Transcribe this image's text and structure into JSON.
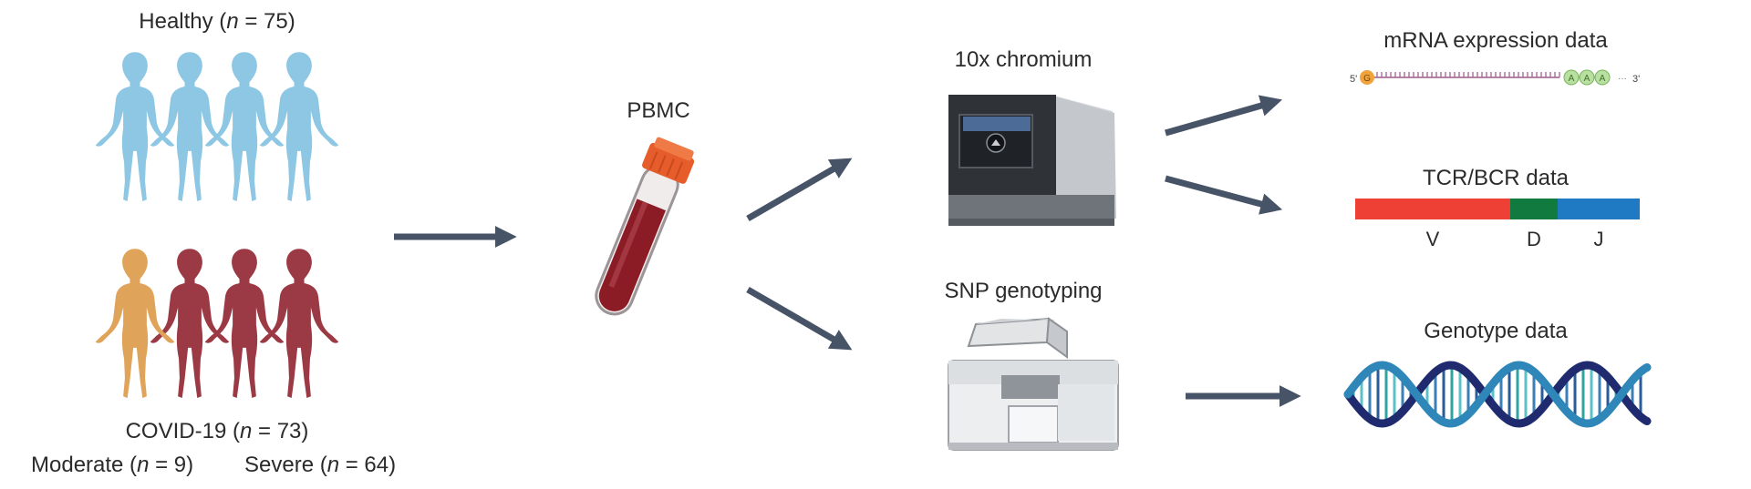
{
  "healthy": {
    "label": "Healthy",
    "n_text": "n",
    "count": "= 75"
  },
  "covid": {
    "label": "COVID-19",
    "n_text": "n",
    "count": "= 73"
  },
  "moderate": {
    "label": "Moderate",
    "n_text": "n",
    "count": "= 9"
  },
  "severe": {
    "label": "Severe",
    "n_text": "n",
    "count": "= 64"
  },
  "pbmc": {
    "label": "PBMC"
  },
  "chromium": {
    "label": "10x chromium"
  },
  "snp": {
    "label": "SNP genotyping"
  },
  "mrna": {
    "label": "mRNA expression data",
    "five_prime": "5'",
    "three_prime": "3'",
    "cap": "G",
    "polya": [
      "A",
      "A",
      "A"
    ]
  },
  "tcr": {
    "label": "TCR/BCR data",
    "segments": [
      "V",
      "D",
      "J"
    ]
  },
  "genotype": {
    "label": "Genotype data"
  },
  "colors": {
    "healthy": "#8ec7e3",
    "moderate": "#e0a35a",
    "severe": "#9b3a45",
    "arrow": "#475366",
    "v_segment": "#ef4035",
    "d_segment": "#117a3e",
    "j_segment": "#1f79c3",
    "tube_cap": "#e65c2a",
    "blood": "#8b1c26"
  }
}
